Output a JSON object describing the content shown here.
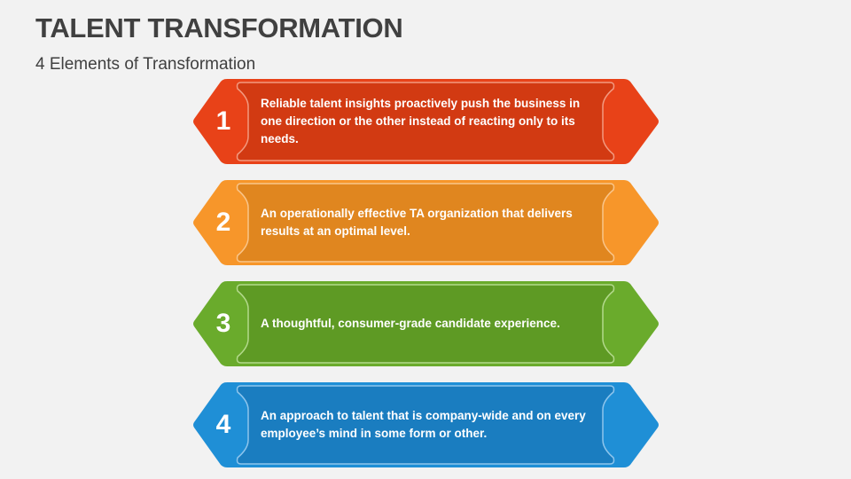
{
  "header": {
    "title": "TALENT TRANSFORMATION",
    "subtitle": "4 Elements of Transformation"
  },
  "items": [
    {
      "number": "1",
      "text": "Reliable talent insights proactively push the business in one direction or the other instead of reacting only to its needs.",
      "outer_color": "#e84218",
      "inner_color": "#d23a12"
    },
    {
      "number": "2",
      "text": "An operationally effective TA organization that delivers results at an optimal level.",
      "outer_color": "#f7962a",
      "inner_color": "#e0861f"
    },
    {
      "number": "3",
      "text": "A thoughtful, consumer-grade candidate experience.",
      "outer_color": "#6aab2c",
      "inner_color": "#5e9a24"
    },
    {
      "number": "4",
      "text": "An approach to talent that is company-wide and on every employee’s mind in some form or other.",
      "outer_color": "#1f8fd6",
      "inner_color": "#1a7dc0"
    }
  ]
}
